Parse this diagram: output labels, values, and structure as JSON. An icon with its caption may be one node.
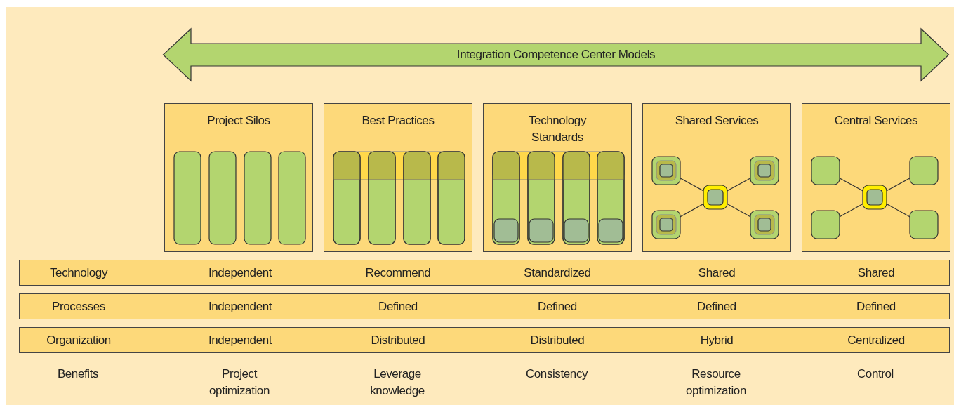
{
  "diagram": {
    "nodes": [
      {
        "text": [
          "Integration Competence Center Models"
        ]
      },
      {
        "text": [
          "Project Silos"
        ]
      },
      {
        "text": [
          "Best Practices"
        ]
      },
      {
        "text": [
          "Technology Standards"
        ]
      },
      {
        "text": [
          "Shared Services"
        ]
      },
      {
        "text": [
          "Central Services"
        ]
      },
      {
        "text": [
          "Technology",
          "Independent",
          "Recommend",
          "Standardized",
          "Shared",
          "Shared"
        ]
      },
      {
        "text": [
          "Processes",
          "Independent",
          "Defined",
          "Defined",
          "Defined",
          "Defined"
        ]
      },
      {
        "text": [
          "Organization",
          "Independent",
          "Distributed",
          "Distributed",
          "Hybrid",
          "Centralized"
        ]
      }
    ],
    "labels": [
      "Benefits",
      "Project optimization",
      "Leverage knowledge",
      "Consistency",
      "Resource optimization",
      "Control"
    ]
  }
}
